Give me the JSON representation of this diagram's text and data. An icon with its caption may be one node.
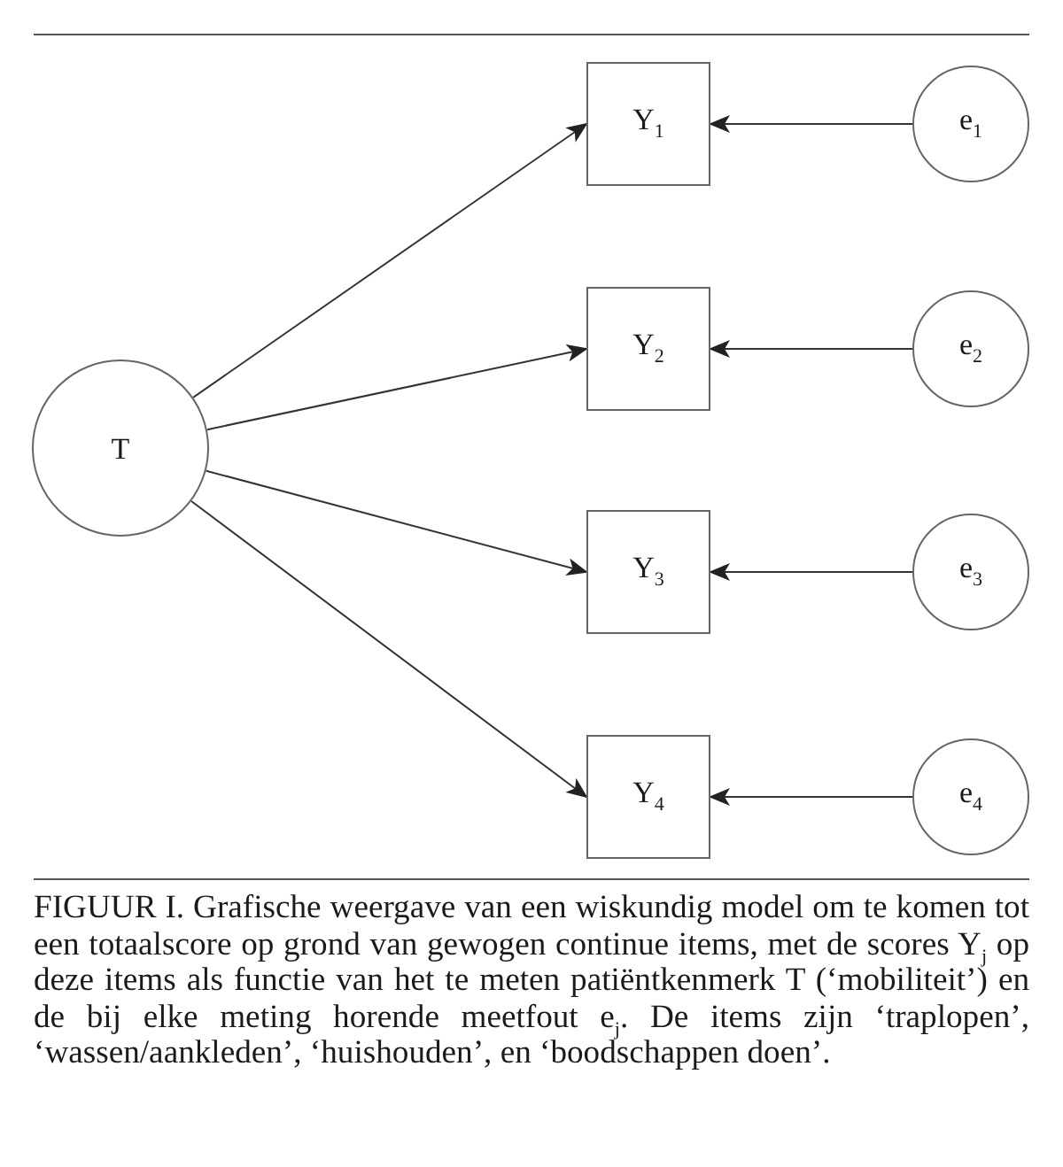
{
  "diagram": {
    "caption": "FIGUUR I. Grafische weergave van een wiskundig model om te komen tot een totaalscore op grond van gewogen continue items, met de scores Y$_{j}$ op deze items als functie van het te meten patiëntkenmerk T (‘mobiliteit’) en de bij elke meting horende meetfout e$_{j}$. De items zijn ‘traplopen’, ‘wassen/aankleden’, ‘huishouden’, en ‘boodschappen doen’.",
    "nodes": [
      {
        "text": [
          "T"
        ]
      },
      {
        "text": [
          "Y$_{1}$"
        ]
      },
      {
        "text": [
          "Y$_{2}$"
        ]
      },
      {
        "text": [
          "Y$_{3}$"
        ]
      },
      {
        "text": [
          "Y$_{4}$"
        ]
      },
      {
        "text": [
          "e$_{1}$"
        ]
      },
      {
        "text": [
          "e$_{2}$"
        ]
      },
      {
        "text": [
          "e$_{3}$"
        ]
      },
      {
        "text": [
          "e$_{4}$"
        ]
      }
    ],
    "edges": [
      {
        "from": 0,
        "to": 1,
        "arrow": "to"
      },
      {
        "from": 0,
        "to": 2,
        "arrow": "to"
      },
      {
        "from": 0,
        "to": 3,
        "arrow": "to"
      },
      {
        "from": 0,
        "to": 4,
        "arrow": "to"
      },
      {
        "from": 5,
        "to": 1,
        "arrow": "to"
      },
      {
        "from": 6,
        "to": 2,
        "arrow": "to"
      },
      {
        "from": 7,
        "to": 3,
        "arrow": "to"
      },
      {
        "from": 8,
        "to": 4,
        "arrow": "to"
      }
    ]
  }
}
